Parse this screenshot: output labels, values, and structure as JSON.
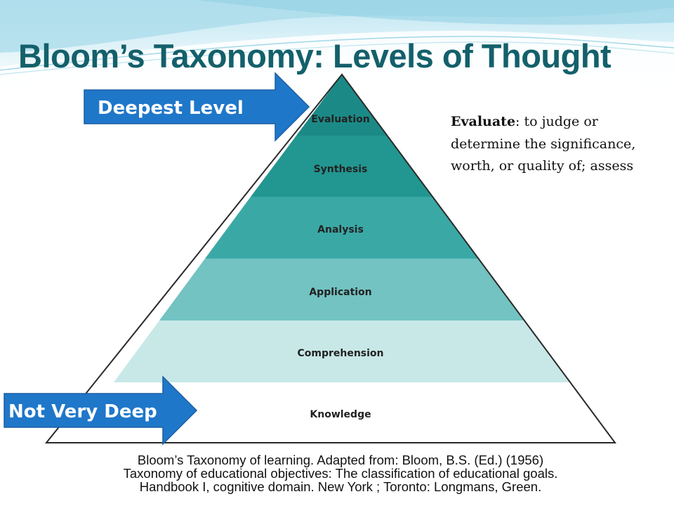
{
  "slide": {
    "title": "Bloom’s Taxonomy: Levels of Thought"
  },
  "pyramid": {
    "levels": [
      {
        "label": "Evaluation",
        "color": "#1b8a86"
      },
      {
        "label": "Synthesis",
        "color": "#229690"
      },
      {
        "label": "Analysis",
        "color": "#3aa9a6"
      },
      {
        "label": "Application",
        "color": "#72c3c2"
      },
      {
        "label": "Comprehension",
        "color": "#c8e8e8"
      },
      {
        "label": "Knowledge",
        "color": "#ffffff"
      }
    ]
  },
  "arrows": {
    "top_label": "Deepest Level",
    "bottom_label": "Not Very Deep",
    "color": "#1f77c9"
  },
  "definition": {
    "term": "Evaluate",
    "text": ": to judge or determine the significance, worth, or quality of; assess"
  },
  "citation": {
    "line1": "Bloom’s Taxonomy of learning.  Adapted from: Bloom, B.S. (Ed.) (1956)",
    "line2": "Taxonomy of educational objectives: The classification of educational goals.",
    "line3": "Handbook I, cognitive domain. New York ; Toronto: Longmans, Green."
  },
  "theme": {
    "title_color": "#13606b"
  }
}
